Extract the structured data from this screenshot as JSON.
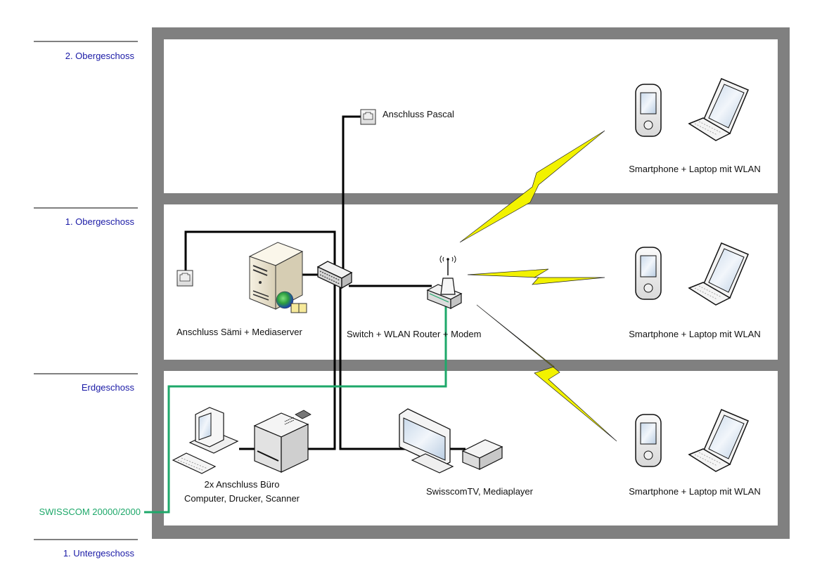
{
  "title": "Heimnetzwerk Übersicht",
  "floors": [
    {
      "id": "og2",
      "label": "2. Obergeschoss"
    },
    {
      "id": "og1",
      "label": "1. Obergeschoss"
    },
    {
      "id": "eg",
      "label": "Erdgeschoss"
    },
    {
      "id": "ug1",
      "label": "1. Untergeschoss"
    }
  ],
  "devices": {
    "pascal": {
      "label": "Anschluss Pascal",
      "icon": "ethernet-socket-icon"
    },
    "saemi": {
      "label": "Anschluss Sämi + Mediaserver",
      "icons": [
        "ethernet-socket-icon",
        "server-icon",
        "switch-icon"
      ]
    },
    "router": {
      "label": "Switch + WLAN Router + Modem",
      "icon": "wireless-router-icon"
    },
    "buero": {
      "line1": "2x Anschluss Büro",
      "line2": "Computer, Drucker, Scanner",
      "icons": [
        "desktop-computer-icon",
        "printer-icon"
      ]
    },
    "tv": {
      "label": "SwisscomTV, Mediaplayer",
      "icons": [
        "monitor-icon",
        "set-top-box-icon"
      ]
    },
    "wlan_clients": [
      {
        "floor": "og2",
        "label": "Smartphone + Laptop mit WLAN"
      },
      {
        "floor": "og1",
        "label": "Smartphone + Laptop mit WLAN"
      },
      {
        "floor": "eg",
        "label": "Smartphone + Laptop mit WLAN"
      }
    ]
  },
  "isp": {
    "label": "SWISSCOM 20000/2000"
  },
  "colors": {
    "wall": "#808080",
    "cable": "#000000",
    "isp_cable": "#1ea86a",
    "floor_label": "#1a1aa6",
    "wireless_bolt": "#f2f200"
  }
}
